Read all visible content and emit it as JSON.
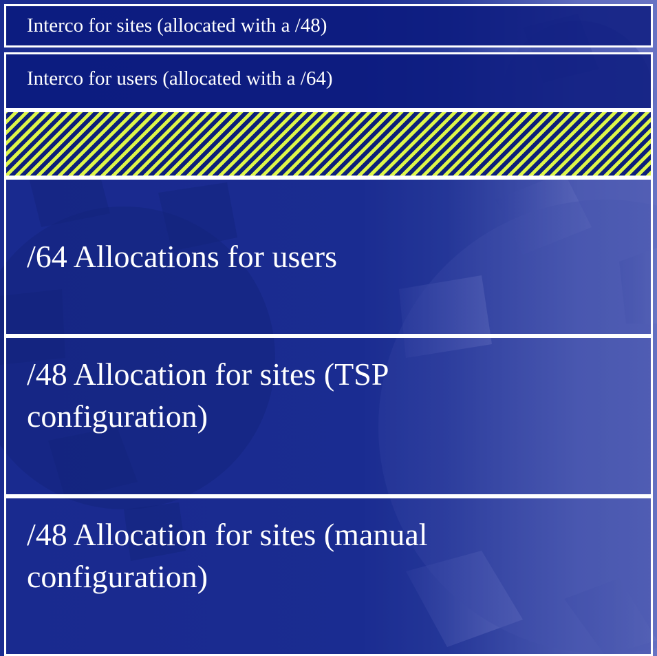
{
  "bands": [
    {
      "label": "Interco for sites (allocated with a /48)"
    },
    {
      "label": "Interco for users (allocated with a /64)"
    },
    {
      "label": ""
    },
    {
      "label": "/64 Allocations for users"
    },
    {
      "label": "/48 Allocation for sites (TSP configuration)"
    },
    {
      "label": "/48 Allocation for sites (manual configuration)"
    }
  ],
  "colors": {
    "background": "#1b2c90",
    "border": "#ffffff",
    "hatch_stripe": "#ddf64a",
    "hatch_dark": "#0d1f7a",
    "text": "#ffffff"
  }
}
